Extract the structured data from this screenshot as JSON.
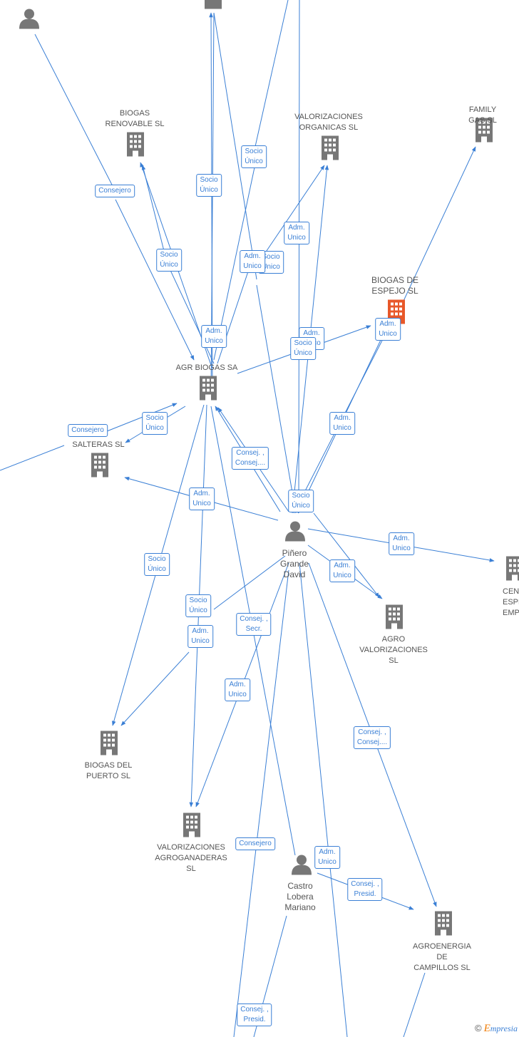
{
  "colors": {
    "edge": "#3a7fd5",
    "building": "#777777",
    "building_highlight": "#e8582a",
    "person": "#777777"
  },
  "nodes": [
    {
      "id": "person_top_left",
      "kind": "person",
      "label": ""
    },
    {
      "id": "company_top",
      "kind": "company",
      "label": ""
    },
    {
      "id": "biogas_renovable",
      "kind": "company",
      "label": "BIOGAS\nRENOVABLE SL"
    },
    {
      "id": "valorizaciones_organicas",
      "kind": "company",
      "label": "VALORIZACIONES\nORGANICAS SL"
    },
    {
      "id": "family_gas",
      "kind": "company",
      "label": "FAMILY GAS SL"
    },
    {
      "id": "biogas_espejo",
      "kind": "company",
      "label": "BIOGAS DE\nESPEJO SL",
      "highlight": true
    },
    {
      "id": "agr_biogas",
      "kind": "company",
      "label": "AGR BIOGAS SA"
    },
    {
      "id": "salteras",
      "kind": "company",
      "label": "DE\nSALTERAS SL"
    },
    {
      "id": "pinero",
      "kind": "person",
      "label": "Piñero\nGrande\nDavid"
    },
    {
      "id": "centro",
      "kind": "company",
      "label": "CEN\nESPEC\nEMPL"
    },
    {
      "id": "agro_valorizaciones",
      "kind": "company",
      "label": "AGRO\nVALORIZACIONES\nSL"
    },
    {
      "id": "biogas_puerto",
      "kind": "company",
      "label": "BIOGAS DEL\nPUERTO SL"
    },
    {
      "id": "valorizaciones_agroganaderas",
      "kind": "company",
      "label": "VALORIZACIONES\nAGROGANADERAS\nSL"
    },
    {
      "id": "castro",
      "kind": "person",
      "label": "Castro\nLobera\nMariano"
    },
    {
      "id": "agroenergia",
      "kind": "company",
      "label": "AGROENERGIA\nDE\nCAMPILLOS SL"
    }
  ],
  "edge_labels": [
    {
      "id": "e1",
      "text": "Consejero"
    },
    {
      "id": "e2",
      "text": "Socio\nÚnico"
    },
    {
      "id": "e3",
      "text": "Socio\nÚnico"
    },
    {
      "id": "e4",
      "text": "Socio\nÚnico"
    },
    {
      "id": "e5",
      "text": "Adm.\nUnico"
    },
    {
      "id": "e6",
      "text": "Socio\nÚnico"
    },
    {
      "id": "e7",
      "text": "Adm.\nUnico"
    },
    {
      "id": "e8",
      "text": "Adm.\nUnico"
    },
    {
      "id": "e9",
      "text": "Adm.\nUnico"
    },
    {
      "id": "e10",
      "text": "Socio\nÚnico"
    },
    {
      "id": "e11",
      "text": "Adm.\nUnico"
    },
    {
      "id": "e12",
      "text": "Consejero"
    },
    {
      "id": "e13",
      "text": "Socio\nÚnico"
    },
    {
      "id": "e14",
      "text": "Adm.\nUnico"
    },
    {
      "id": "e15",
      "text": "Consej. ,\nConsej...."
    },
    {
      "id": "e16",
      "text": "Adm.\nUnico"
    },
    {
      "id": "e17",
      "text": "Socio\nÚnico"
    },
    {
      "id": "e18",
      "text": "Adm.\nUnico"
    },
    {
      "id": "e19",
      "text": "Adm.\nUnico"
    },
    {
      "id": "e20",
      "text": "Socio\nÚnico"
    },
    {
      "id": "e21",
      "text": "Socio\nÚnico"
    },
    {
      "id": "e22",
      "text": "Adm.\nUnico"
    },
    {
      "id": "e23",
      "text": "Consej. ,\nSecr."
    },
    {
      "id": "e24",
      "text": "Adm.\nUnico"
    },
    {
      "id": "e25",
      "text": "Consej. ,\nConsej...."
    },
    {
      "id": "e26",
      "text": "Consejero"
    },
    {
      "id": "e27",
      "text": "Adm.\nUnico"
    },
    {
      "id": "e28",
      "text": "Consej. ,\nPresid."
    },
    {
      "id": "e29",
      "text": "Consej. ,\nPresid."
    }
  ],
  "footer": {
    "copyright": "©",
    "brand_first": "E",
    "brand_rest": "mpresia"
  }
}
